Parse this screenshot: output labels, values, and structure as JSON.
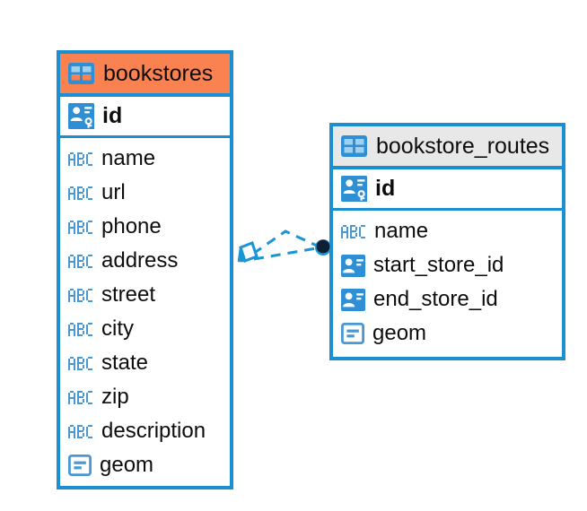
{
  "diagram": {
    "type": "entity-relationship-diagram",
    "background": "#ffffff",
    "accent_blue": "#1b8fd2",
    "accent_orange": "#fa8150",
    "accent_gray": "#e8e8e8",
    "endpoint_dark": "#0e1e33"
  },
  "tables": [
    {
      "name": "bookstores",
      "title": "bookstores",
      "header_style": "accent-orange",
      "primary_key": {
        "label": "id",
        "icon": "primary-key-icon"
      },
      "fields": [
        {
          "label": "name",
          "icon": "abc-text-icon"
        },
        {
          "label": "url",
          "icon": "abc-text-icon"
        },
        {
          "label": "phone",
          "icon": "abc-text-icon"
        },
        {
          "label": "address",
          "icon": "abc-text-icon"
        },
        {
          "label": "street",
          "icon": "abc-text-icon"
        },
        {
          "label": "city",
          "icon": "abc-text-icon"
        },
        {
          "label": "state",
          "icon": "abc-text-icon"
        },
        {
          "label": "zip",
          "icon": "abc-text-icon"
        },
        {
          "label": "description",
          "icon": "abc-text-icon"
        },
        {
          "label": "geom",
          "icon": "geometry-icon"
        }
      ]
    },
    {
      "name": "bookstore_routes",
      "title": "bookstore_routes",
      "header_style": "accent-gray",
      "primary_key": {
        "label": "id",
        "icon": "primary-key-icon"
      },
      "fields": [
        {
          "label": "name",
          "icon": "abc-text-icon"
        },
        {
          "label": "start_store_id",
          "icon": "foreign-key-icon"
        },
        {
          "label": "end_store_id",
          "icon": "foreign-key-icon"
        },
        {
          "label": "geom",
          "icon": "geometry-icon"
        }
      ]
    }
  ],
  "relationships": [
    {
      "from_table": "bookstore_routes",
      "from_field": "start_store_id",
      "to_table": "bookstores",
      "to_field": "id",
      "line_style": "dashed",
      "source_marker": "filled-circle",
      "target_marker": "diamond"
    },
    {
      "from_table": "bookstore_routes",
      "from_field": "end_store_id",
      "to_table": "bookstores",
      "to_field": "id",
      "line_style": "dashed",
      "source_marker": "filled-circle",
      "target_marker": "diamond"
    }
  ]
}
